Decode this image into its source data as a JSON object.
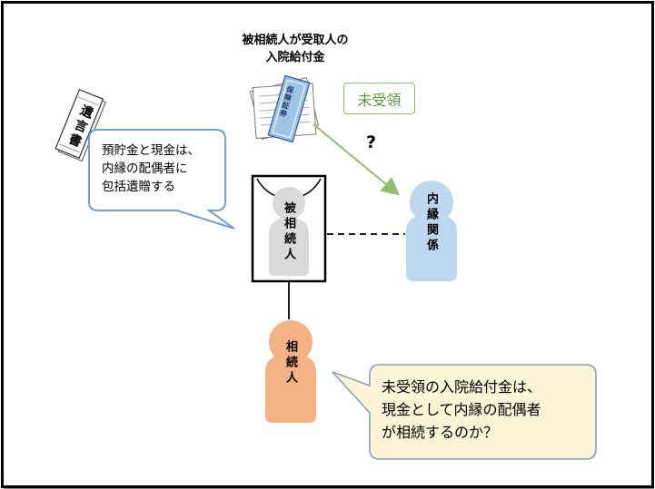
{
  "title": {
    "line1": "被相続人が受取人の",
    "line2": "入院給付金"
  },
  "certificate": {
    "label": "保険証券",
    "icon": "insurance-certificate-icon"
  },
  "will": {
    "label": "遺言書",
    "icon": "will-document-icon"
  },
  "status_label": "未受領",
  "question_mark": "?",
  "bubble_left": {
    "line1": "預貯金と現金は、",
    "line2": "内縁の配偶者に",
    "line3": "包括遺贈する"
  },
  "bubble_right": {
    "line1": "未受領の入院給付金は、",
    "line2": "現金として内縁の配偶者",
    "line3": "が相続するのか？"
  },
  "persons": {
    "deceased": "被相続人",
    "partner": "内縁関係",
    "heir": "相続人"
  },
  "colors": {
    "deceased_fill": "#d9d9d9",
    "partner_fill": "#bdd7ee",
    "heir_fill": "#f4b183",
    "bubble_left_stroke": "#6fa0d0",
    "bubble_right_fill": "#fdf3d7",
    "arrow_green": "#8fbf6a",
    "certificate_blue": "#9dc3e6"
  }
}
